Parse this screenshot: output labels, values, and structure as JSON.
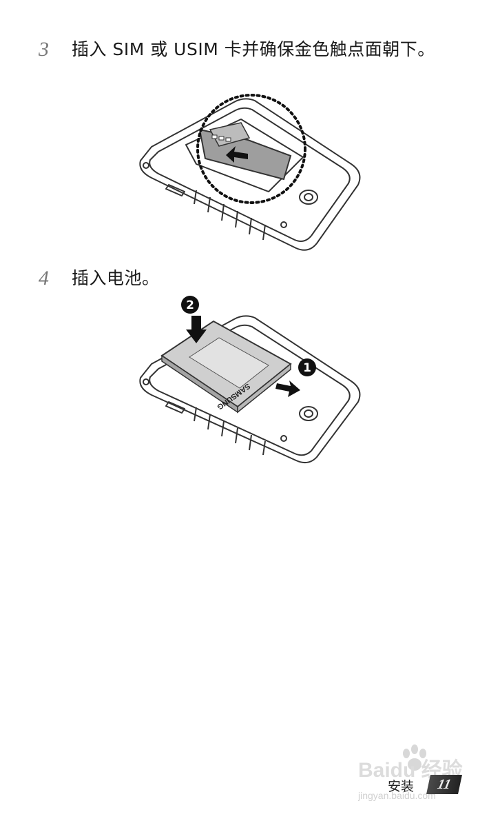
{
  "steps": [
    {
      "number": "3",
      "text": "插入 SIM 或 USIM 卡并确保金色触点面朝下。"
    },
    {
      "number": "4",
      "text": "插入电池。"
    }
  ],
  "figure2": {
    "brand": "SAMSUNG",
    "callout_1": "1",
    "callout_2": "2"
  },
  "footer": {
    "section": "安装",
    "page": "11"
  },
  "watermark": {
    "logo": "Baidu 经验",
    "url": "jingyan.baidu.com"
  },
  "colors": {
    "text": "#1a1a1a",
    "step_number": "#777777",
    "line_art": "#333333",
    "sim_fill": "#9e9e9e",
    "battery_fill": "#cfcfcf"
  }
}
